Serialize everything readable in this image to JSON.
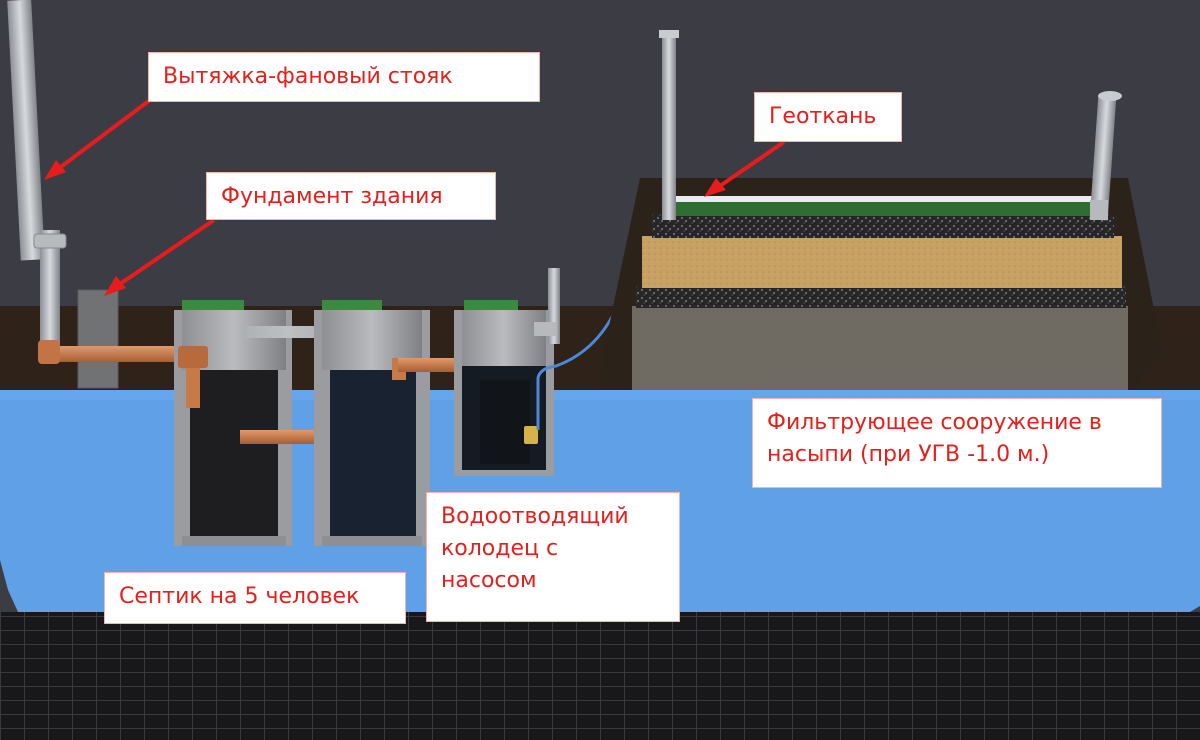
{
  "labels": {
    "vent_stack": "Вытяжка-фановый стояк",
    "foundation": "Фундамент здания",
    "geotextile": "Геоткань",
    "filter_line1": "Фильтрующее сооружение в",
    "filter_line2": "насыпи (при УГВ -1.0 м.)",
    "well_line1": "Водоотводящий",
    "well_line2": "колодец с",
    "well_line3": "насосом",
    "septic": "Септик на 5 человек"
  },
  "colors": {
    "background": "#3c3d44",
    "ground": "#5fa0e6",
    "soil": "#2d2118",
    "grid_floor": "#1a1a1c",
    "pipe_orange": "#c87a4a",
    "pipe_grey": "#a6aab0",
    "lid_green": "#3a8a3c",
    "sand": "#c9a46a",
    "gravel": "#2b2b2b",
    "hose_blue": "#4a8ad8",
    "callout_text": "#e3201b",
    "arrow": "#e81c1c"
  }
}
